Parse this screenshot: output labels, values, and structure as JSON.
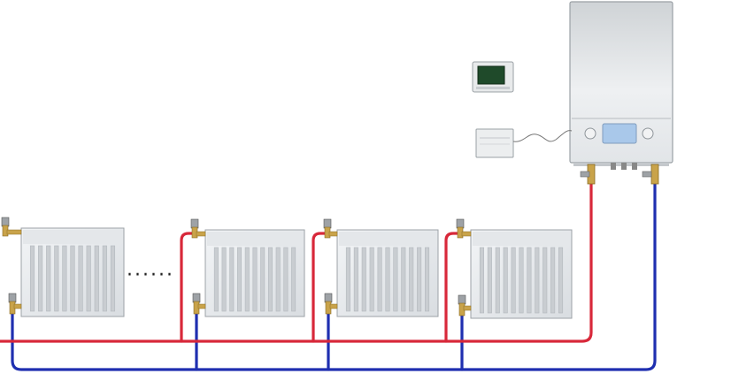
{
  "diagram": {
    "description_visible_text": "",
    "pipe_colors": {
      "supply": "#d8283a",
      "return": "#1f2fb0"
    },
    "radiator_count": 4,
    "has_ellipsis_between_radiators": true,
    "ellipsis_text": "······",
    "components": {
      "boiler": "wall-mounted-boiler",
      "room_thermostat": "room-thermostat",
      "receiver": "wireless-receiver"
    },
    "colors": {
      "radiator_body": "#e4e7ea",
      "radiator_fin": "#c9cdd1",
      "boiler_body": "#e9ecee",
      "boiler_display": "#a9c8ea",
      "thermostat_screen": "#1f4a2a",
      "valve_brass": "#c9a34a",
      "valve_cap": "#9ea2a6"
    }
  }
}
